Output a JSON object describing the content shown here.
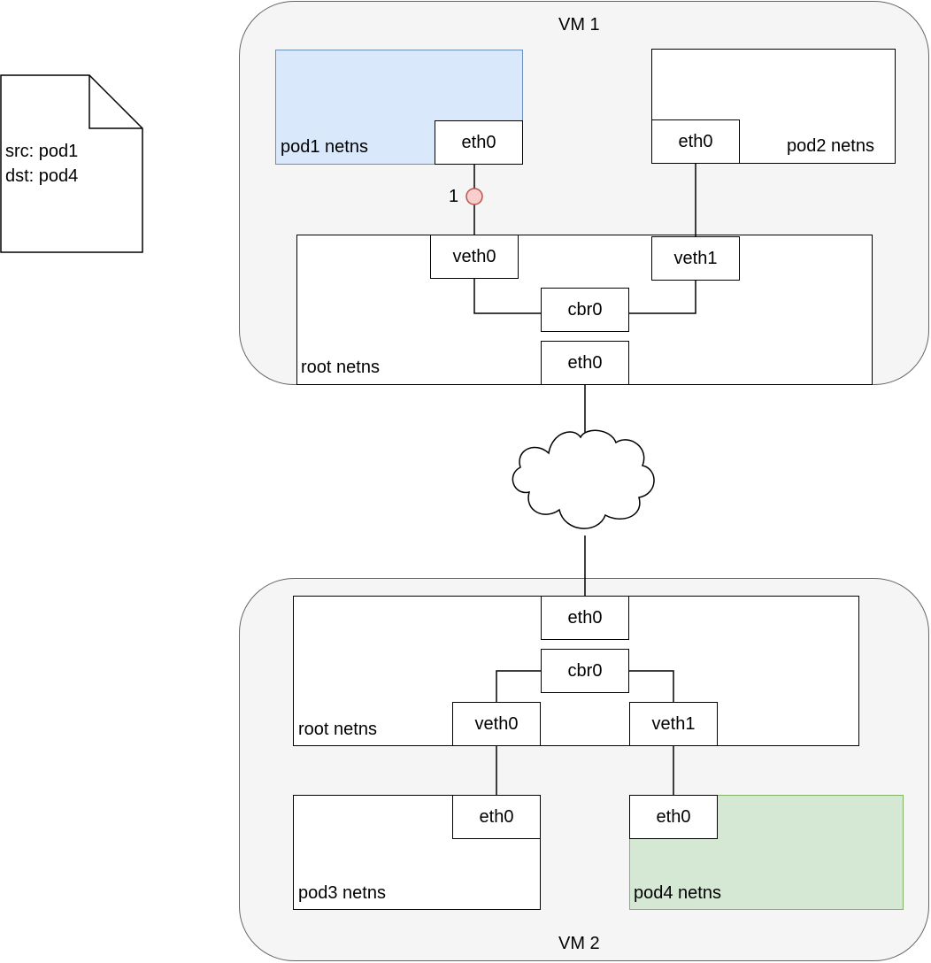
{
  "packet": {
    "src_line": "src: pod1",
    "dst_line": "dst: pod4"
  },
  "vm1": {
    "title": "VM 1",
    "pod1": {
      "label": "pod1 netns",
      "eth": "eth0",
      "fill": "#dae8fc",
      "stroke": "#6c8ebf"
    },
    "pod2": {
      "label": "pod2 netns",
      "eth": "eth0"
    },
    "root": {
      "label": "root netns",
      "veth0": "veth0",
      "veth1": "veth1",
      "bridge": "cbr0",
      "eth": "eth0"
    },
    "marker": {
      "label": "1",
      "fill": "#f8cecc",
      "stroke": "#b85450"
    }
  },
  "vm2": {
    "title": "VM 2",
    "root": {
      "label": "root netns",
      "eth": "eth0",
      "bridge": "cbr0",
      "veth0": "veth0",
      "veth1": "veth1"
    },
    "pod3": {
      "label": "pod3 netns",
      "eth": "eth0"
    },
    "pod4": {
      "label": "pod4 netns",
      "eth": "eth0",
      "fill": "#d5e8d4",
      "stroke": "#82b366"
    }
  },
  "colors": {
    "vm_fill": "#f5f5f5",
    "vm_stroke": "#666666"
  }
}
